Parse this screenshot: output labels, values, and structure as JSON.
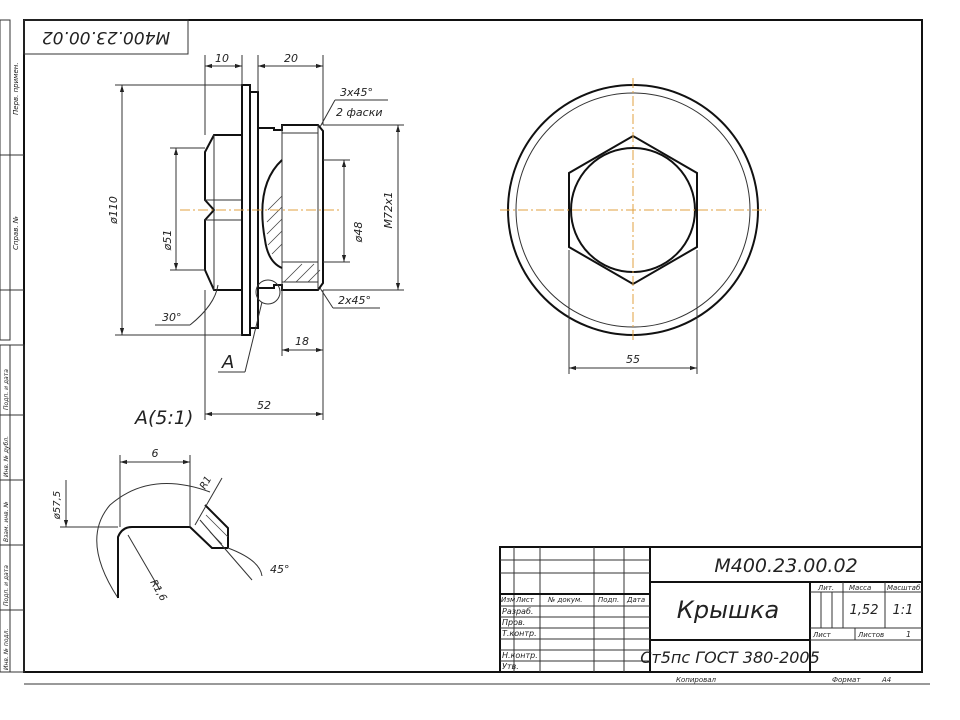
{
  "drawing": {
    "number": "М400.23.00.02",
    "number_rotated": "М400.23.00.02",
    "detail_label": "А",
    "detail_title": "А(5:1)"
  },
  "side_view": {
    "dims": {
      "d10": "10",
      "d20": "20",
      "chamfer_top": "3х45°",
      "chamfer_top_note": "2 фаски",
      "dia110": "ø110",
      "dia51": "ø51",
      "dia48": "ø48",
      "thread": "М72х1",
      "angle30": "30°",
      "chamfer_bottom": "2х45°",
      "d18": "18",
      "d52": "52"
    }
  },
  "front_view": {
    "dim_across_flats": "55"
  },
  "detail_view": {
    "dims": {
      "d6": "6",
      "dia575": "ø57,5",
      "r1": "R1",
      "r16": "R1,6",
      "angle45": "45°"
    }
  },
  "left_strip": {
    "labels": [
      "Перв. примен.",
      "Справ. №",
      "Подп. и дата",
      "Инв. № дубл.",
      "Взам. инв. №",
      "Подп. и дата",
      "Инв. № подл."
    ]
  },
  "title_block": {
    "designation": "М400.23.00.02",
    "name": "Крышка",
    "material": "Ст5пс ГОСТ 380-2005",
    "col_headers": [
      "Изм",
      "Лист",
      "№ докум.",
      "Подп.",
      "Дата"
    ],
    "rows": [
      "Разраб.",
      "Пров.",
      "Т.контр.",
      "",
      "Н.контр.",
      "Утв."
    ],
    "lit_label": "Лит.",
    "mass_label": "Масса",
    "scale_label": "Масштаб",
    "mass_value": "1,52",
    "scale_value": "1:1",
    "sheet_label": "Лист",
    "sheets_label": "Листов",
    "sheets_value": "1",
    "copied_label": "Копировал",
    "format_label": "Формат",
    "format_value": "А4"
  }
}
